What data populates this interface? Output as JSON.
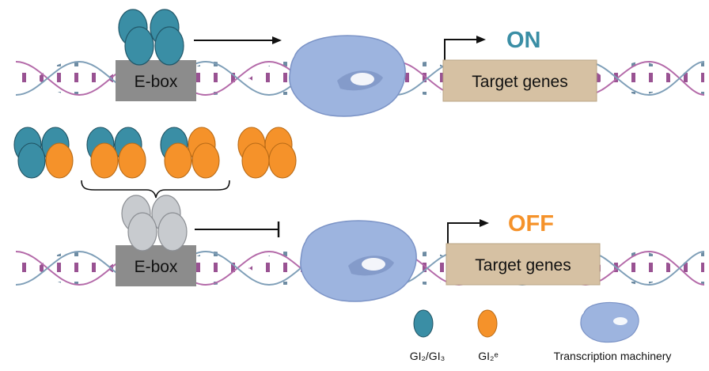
{
  "top_panel": {
    "promoter_label": "E-box",
    "status_label": "ON",
    "target_label": "Target genes"
  },
  "bottom_panel": {
    "promoter_label": "E-box",
    "status_label": "OFF",
    "target_label": "Target genes"
  },
  "legend": {
    "gli23_label": "GI₂/GI₃",
    "gli2e_label": "GI₂ᵉ",
    "machinery_label": "Transcription machinery"
  },
  "colors": {
    "gli23": "#3a8ea5",
    "gli2e": "#f5922a",
    "inactive": "#c8cbcf",
    "on_text": "#3a8ea5",
    "off_text": "#f5922a",
    "ebox": "#8c8c8c",
    "target_box": "#d6c1a3",
    "machinery": "#9db4df"
  }
}
